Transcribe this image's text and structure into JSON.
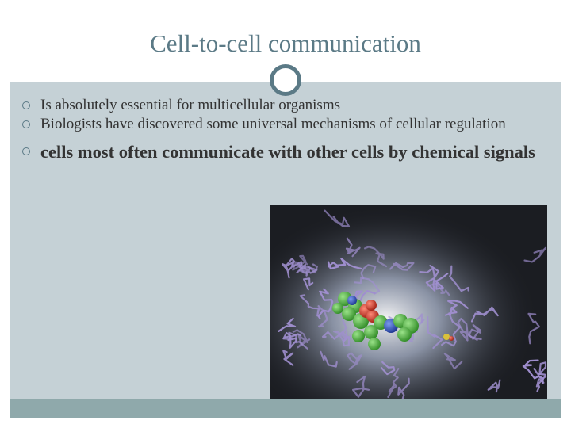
{
  "slide": {
    "title": "Cell-to-cell communication",
    "bullets": [
      "Is absolutely essential for multicellular organisms",
      "Biologists have discovered some universal mechanisms of cellular regulation",
      "cells most often communicate with other cells by chemical signals"
    ]
  },
  "figure": {
    "subject": "molecular-structure-image"
  },
  "colors": {
    "accent": "#5b7a86",
    "body_background": "#c5d1d6",
    "footer_bar": "#8fa9ab",
    "text": "#333333",
    "protein": "#9c8ac9",
    "ligand_green": "#4caf3c",
    "ligand_red": "#d23a2a",
    "ligand_blue": "#2c4fb3"
  }
}
